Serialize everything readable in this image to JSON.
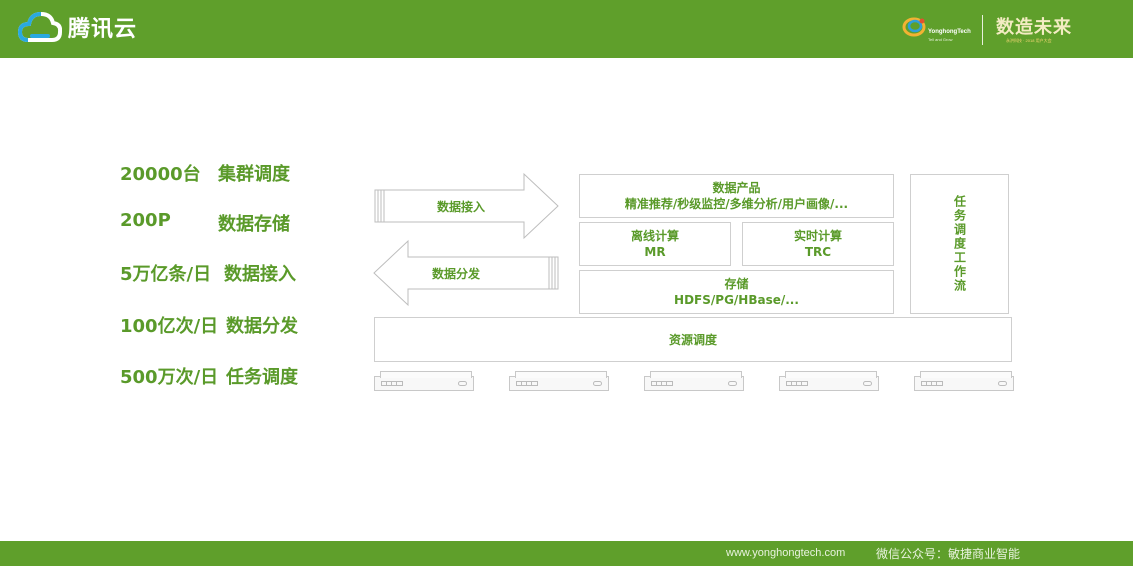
{
  "header": {
    "brand": "腾讯云",
    "partner_name": "YonghongTech",
    "partner_tagline": "Tell and Grow",
    "slogan": "数造未来",
    "slogan_sub": "永洪科技 · 2018 用户大会"
  },
  "stats": [
    {
      "value": "20000台",
      "label": "集群调度"
    },
    {
      "value": "200P",
      "label": "数据存储"
    },
    {
      "value": "5万亿条/日",
      "label": "数据接入"
    },
    {
      "value": "100亿次/日",
      "label": "数据分发"
    },
    {
      "value": "500万次/日",
      "label": "任务调度"
    }
  ],
  "diagram": {
    "ingest": "数据接入",
    "distribute": "数据分发",
    "product_title": "数据产品",
    "product_detail": "精准推荐/秒级监控/多维分析/用户画像/...",
    "offline_title": "离线计算",
    "offline_detail": "MR",
    "realtime_title": "实时计算",
    "realtime_detail": "TRC",
    "storage_title": "存储",
    "storage_detail": "HDFS/PG/HBase/...",
    "workflow": "任务调度工作流",
    "resource": "资源调度"
  },
  "footer": {
    "url": "www.yonghongtech.com",
    "wechat": "微信公众号：敏捷商业智能"
  },
  "colors": {
    "brand_green": "#5f9f2b",
    "text_green": "#5a9a2a",
    "border_gray": "#cfcfcf"
  }
}
